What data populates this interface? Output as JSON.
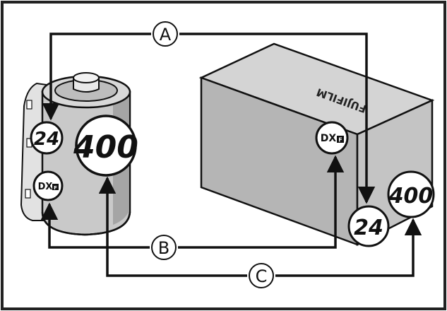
{
  "callouts": {
    "a": "A",
    "b": "B",
    "c": "C"
  },
  "cartridge": {
    "exposures_label": "24",
    "iso_label": "400",
    "dx_label": "DX",
    "dx_sub": "F"
  },
  "box": {
    "brand_text": "FUJIFILM",
    "exposures_label": "24",
    "iso_label": "400",
    "dx_label": "DX",
    "dx_sub": "F"
  },
  "colors": {
    "line": "#111111",
    "panel_border": "#222222",
    "box_front": "#b5b5b5",
    "box_top": "#d4d4d4",
    "box_side": "#c4c4c4",
    "canister": "#c9c9c9",
    "canister_shade": "#a5a5a5"
  }
}
